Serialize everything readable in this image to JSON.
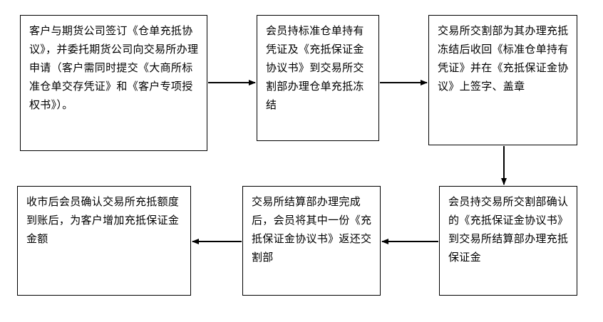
{
  "steps": [
    {
      "id": "step1",
      "text": "客户与期货公司签订《仓单充抵协议》，并委托期货公司向交易所办理申请（客户需同时提交《大商所标准仓单交存凭证》和《客户专项授权书》）。"
    },
    {
      "id": "step2",
      "text": "会员持标准仓单持有凭证及《充抵保证金协议书》到交易所交割部办理仓单充抵冻结"
    },
    {
      "id": "step3",
      "text": "交易所交割部为其办理充抵冻结后收回《标准仓单持有凭证》并在《充抵保证金协议》上签字、盖章"
    },
    {
      "id": "step4",
      "text": "会员持交易所交割部确认的《充抵保证金协议书》到交易所结算部办理充抵保证金"
    },
    {
      "id": "step5",
      "text": "交易所结算部办理完成后，会员将其中一份《充抵保证金协议书》返还交割部"
    },
    {
      "id": "step6",
      "text": "收市后会员确认交易所充抵额度到账后，为客户增加充抵保证金金额"
    }
  ],
  "colors": {
    "line": "#000000",
    "box_border": "#000000",
    "background": "#ffffff"
  }
}
